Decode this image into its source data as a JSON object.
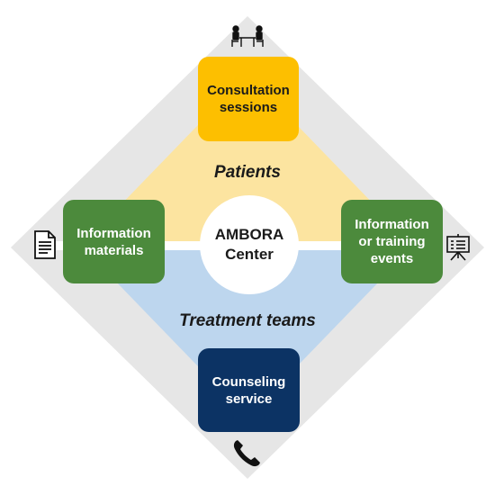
{
  "center": {
    "label": "AMBORA\nCenter"
  },
  "groups": {
    "top": "Patients",
    "bottom": "Treatment teams"
  },
  "boxes": {
    "top": "Consultation\nsessions",
    "left": "Information\nmaterials",
    "right": "Information\nor training\nevents",
    "bottom": "Counseling\nservice"
  },
  "icons": {
    "top": "consultation-meeting-icon",
    "left": "document-icon",
    "right": "presentation-board-icon",
    "bottom": "telephone-icon"
  },
  "colors": {
    "diamond": "#e6e6e6",
    "patients_zone": "#fce4a0",
    "teams_zone": "#bdd6ee",
    "consultation": "#fdbf00",
    "information": "#4c8a3c",
    "counseling": "#0c3364"
  }
}
